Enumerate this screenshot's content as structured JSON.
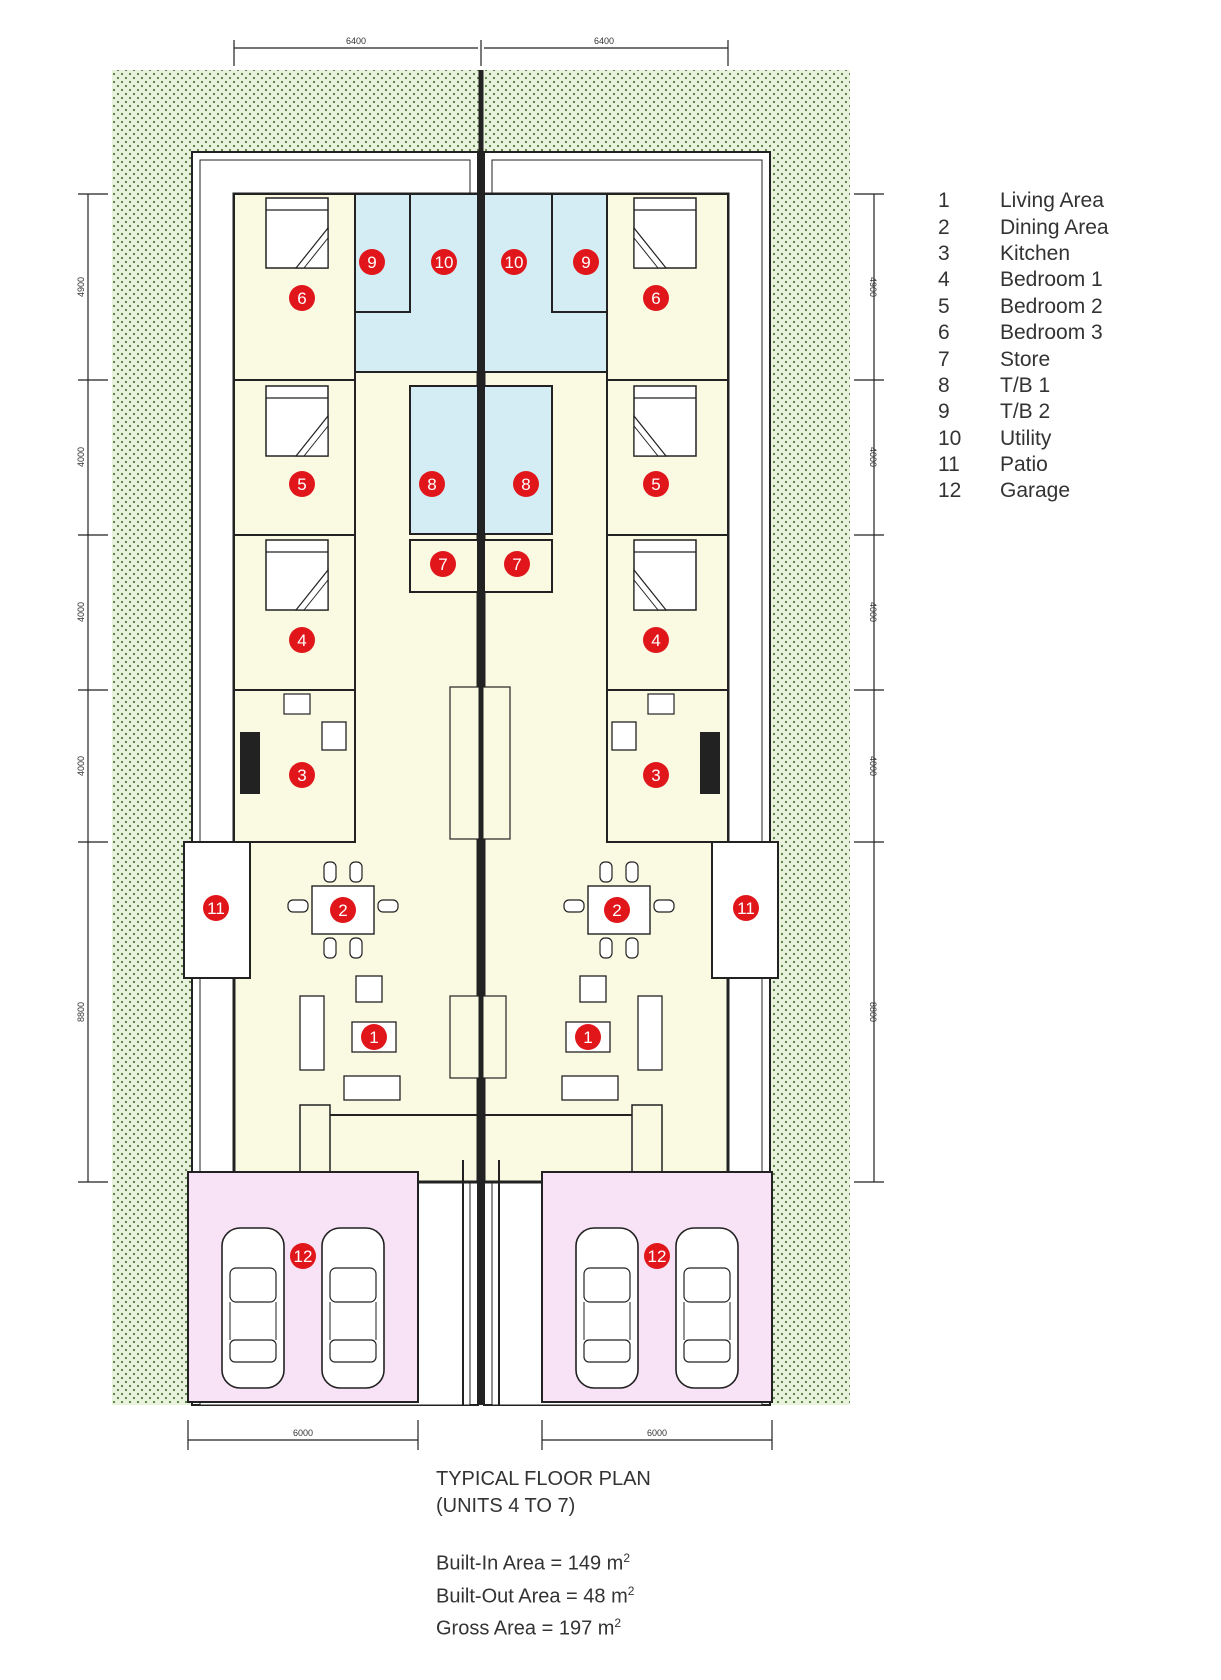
{
  "legend": [
    {
      "num": "1",
      "label": "Living Area"
    },
    {
      "num": "2",
      "label": "Dining Area"
    },
    {
      "num": "3",
      "label": "Kitchen"
    },
    {
      "num": "4",
      "label": "Bedroom 1"
    },
    {
      "num": "5",
      "label": "Bedroom 2"
    },
    {
      "num": "6",
      "label": "Bedroom 3"
    },
    {
      "num": "7",
      "label": "Store"
    },
    {
      "num": "8",
      "label": "T/B 1"
    },
    {
      "num": "9",
      "label": "T/B 2"
    },
    {
      "num": "10",
      "label": "Utility"
    },
    {
      "num": "11",
      "label": "Patio"
    },
    {
      "num": "12",
      "label": "Garage"
    }
  ],
  "caption": {
    "title": "TYPICAL FLOOR PLAN",
    "subtitle": "(UNITS 4 TO 7)"
  },
  "areas": {
    "built_in_label": "Built-In Area = 149 m",
    "built_out_label": "Built-Out Area = 48 m",
    "gross_label": "Gross Area = 197 m",
    "exponent": "2"
  },
  "dimensions": {
    "top_left": "6400",
    "top_right": "6400",
    "left_side": [
      "4900",
      "4000",
      "4000",
      "4000",
      "8800"
    ],
    "right_side": [
      "4900",
      "4000",
      "4000",
      "4000",
      "8800"
    ],
    "bottom_left": "6000",
    "bottom_right": "6000"
  },
  "colors": {
    "garden": "#e9f2dc",
    "garden_dot": "#4f7a3a",
    "interior": "#fafae3",
    "wet_area": "#d4ecf4",
    "garage": "#f7e3f5",
    "marker": "#e0161b",
    "wall": "#222222"
  }
}
